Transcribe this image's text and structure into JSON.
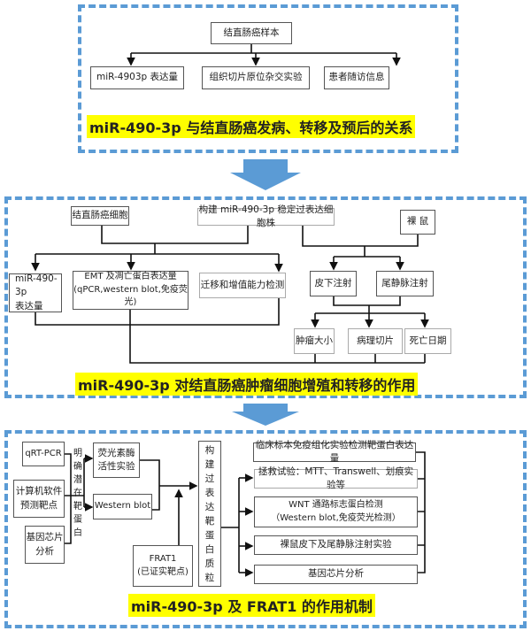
{
  "colors": {
    "dash": "#5b9bd5",
    "highlight": "#ffff00",
    "arrow_fill": "#5b9bd5"
  },
  "section1": {
    "title": "miR-490-3p 与结直肠癌发病、转移及预后的关系",
    "root": "结直肠癌样本",
    "children": [
      "miR-4903p 表达量",
      "组织切片原位杂交实验",
      "患者随访信息"
    ]
  },
  "section2": {
    "title": "miR-490-3p 对结直肠癌肿瘤细胞增殖和转移的作用",
    "cells": "结直肠癌细胞",
    "construct": "构建 miR-490-3p 稳定过表达细胞株",
    "mice": "裸 鼠",
    "expr": "miR-490-3p\n表达量",
    "emt": "EMT 及凋亡蛋白表达量\n(qPCR,western blot,免疫荧光)",
    "migration": "迁移和增值能力检测",
    "subq": "皮下注射",
    "tail": "尾静脉注射",
    "tumor": "肿瘤大小",
    "patho": "病理切片",
    "death": "死亡日期"
  },
  "section3": {
    "title": "miR-490-3p 及 FRAT1 的作用机制",
    "qrt": "qRT-PCR",
    "software": "计算机软件\n预测靶点",
    "chip": "基因芯片\n分析",
    "vlabel": "明确潜在靶蛋白",
    "luciferase": "荧光素酶\n活性实验",
    "wb": "Western blot",
    "frat1": "FRAT1\n(已证实靶点)",
    "plasmid": "构建过表达靶蛋白质粒",
    "right": [
      "临床标本免疫组化实验检测靶蛋白表达量",
      "拯救试验：MTT、Transwell、划痕实验等",
      "WNT 通路标志蛋白检测\n（Western blot,免疫荧光检测）",
      "裸鼠皮下及尾静脉注射实验",
      "基因芯片分析"
    ]
  }
}
